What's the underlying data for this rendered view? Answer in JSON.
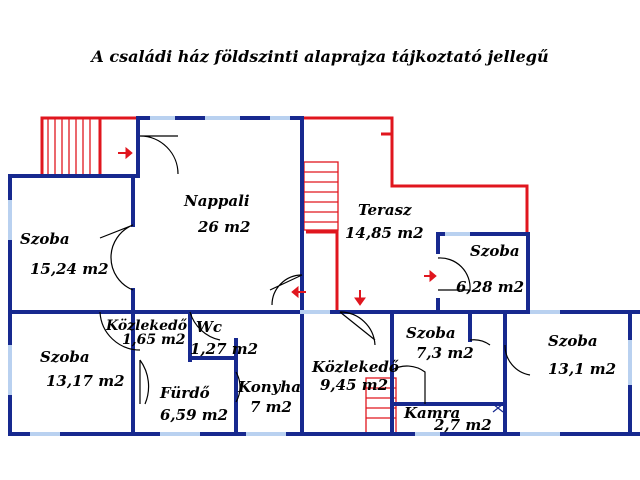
{
  "title": "A családi ház földszinti alaprajza tájkoztató jellegű",
  "colors": {
    "wall": "#17298f",
    "terrace_outline": "#e0161e",
    "window": "#b9d1f0",
    "arrow": "#e0161e"
  },
  "rooms": {
    "nappali": {
      "name": "Nappali",
      "area": "26 m2"
    },
    "terasz": {
      "name": "Terasz",
      "area": "14,85 m2"
    },
    "szoba_a": {
      "name": "Szoba",
      "area": "15,24 m2"
    },
    "szoba_b": {
      "name": "Szoba",
      "area": "6,28 m2"
    },
    "szoba_c": {
      "name": "Szoba",
      "area": "13,17 m2"
    },
    "kozlekedo_a": {
      "name": "Közlekedő",
      "area": "1,65 m2"
    },
    "wc": {
      "name": "Wc",
      "area": "1,27 m2"
    },
    "furdo": {
      "name": "Fürdő",
      "area": "6,59 m2"
    },
    "konyha": {
      "name": "Konyha",
      "area": "7 m2"
    },
    "kozlekedo_b": {
      "name": "Közlekedő",
      "area": "9,45 m2"
    },
    "szoba_d": {
      "name": "Szoba",
      "area": "7,3 m2"
    },
    "szoba_e": {
      "name": "Szoba",
      "area": "13,1 m2"
    },
    "kamra": {
      "name": "Kamra",
      "area": "2,7 m2"
    }
  }
}
